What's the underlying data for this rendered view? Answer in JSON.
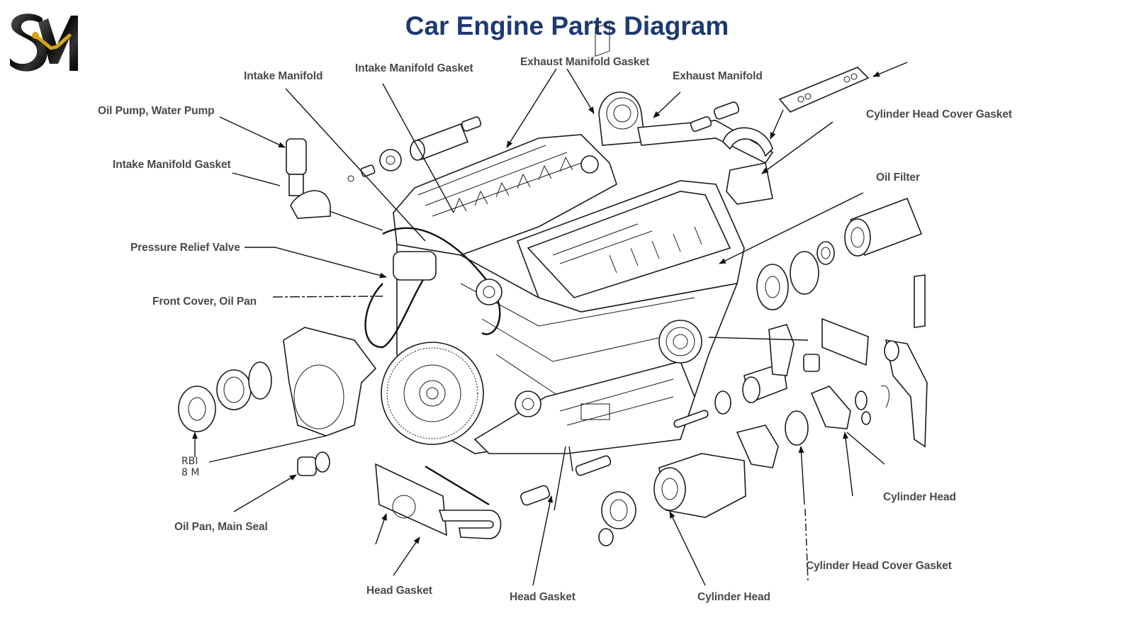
{
  "title": "Car Engine Parts Diagram",
  "logo": {
    "text": "SM",
    "accent_color": "#d4a514",
    "primary_color": "#111111"
  },
  "colors": {
    "title": "#1d3a70",
    "label": "#4a4a4a",
    "lines": "#111111",
    "background": "#ffffff"
  },
  "labels": {
    "intake_manifold": "Intake Manifold",
    "intake_manifold_gasket_top": "Intake Manifold Gasket",
    "exhaust_manifold_gasket": "Exhaust Manifold Gasket",
    "exhaust_manifold": "Exhaust Manifold",
    "oil_pump_water_pump": "Oil Pump, Water Pump",
    "intake_manifold_gasket_left": "Intake Manifold Gasket",
    "cylinder_head_cover_gasket_top": "Cylinder Head Cover Gasket",
    "oil_filter": "Oil Filter",
    "pressure_relief_valve": "Pressure Relief Valve",
    "front_cover_oil_pan": "Front Cover, Oil Pan",
    "oil_pan_main_seal": "Oil Pan, Main Seal",
    "head_gasket_left": "Head Gasket",
    "head_gasket_center": "Head Gasket",
    "cylinder_head_bottom": "Cylinder Head",
    "cylinder_head_right": "Cylinder Head",
    "cylinder_head_cover_gasket_bottom": "Cylinder Head Cover Gasket"
  },
  "stray_text": {
    "line1": "RBI",
    "line2": "8 M"
  }
}
